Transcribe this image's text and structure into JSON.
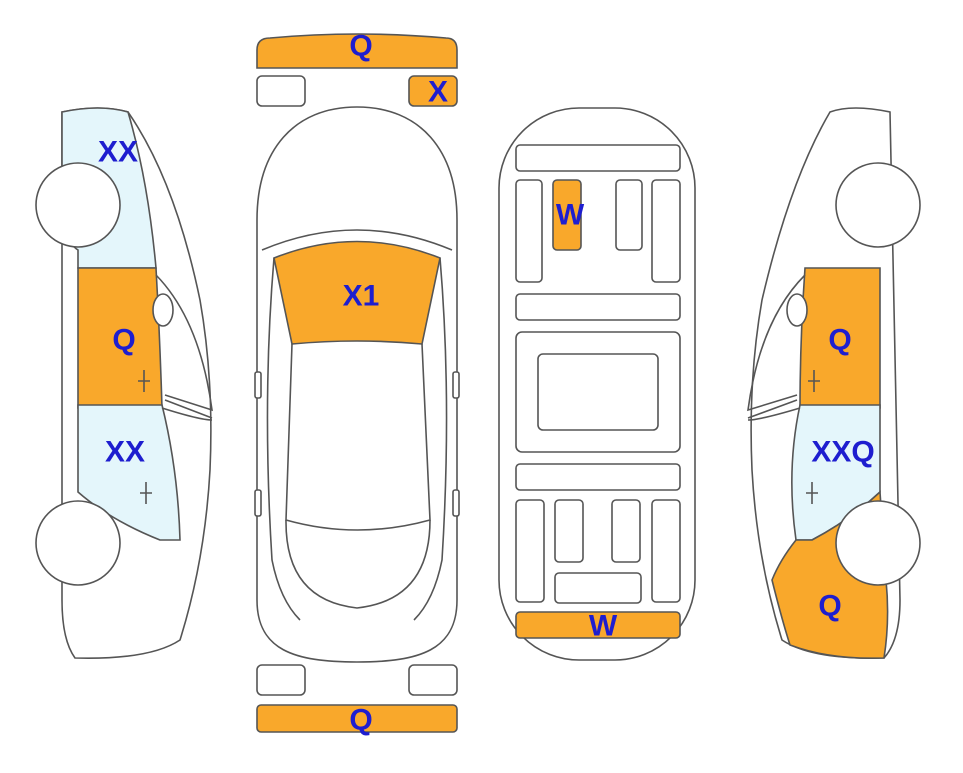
{
  "colors": {
    "damage": "#f9a82b",
    "minor": "#e4f6fb",
    "label": "#1e1ecf",
    "outline": "#555555"
  },
  "labels": {
    "front_bumper": "Q",
    "front_right_light": "X",
    "windshield": "X1",
    "rear_bumper": "Q",
    "trunk_floor_panel": "W",
    "rear_sill": "W",
    "left_front_fender": "XX",
    "left_front_door": "Q",
    "left_rear_door": "XX",
    "right_front_door": "Q",
    "right_rear_door": "XXQ",
    "right_quarter_panel": "Q"
  }
}
